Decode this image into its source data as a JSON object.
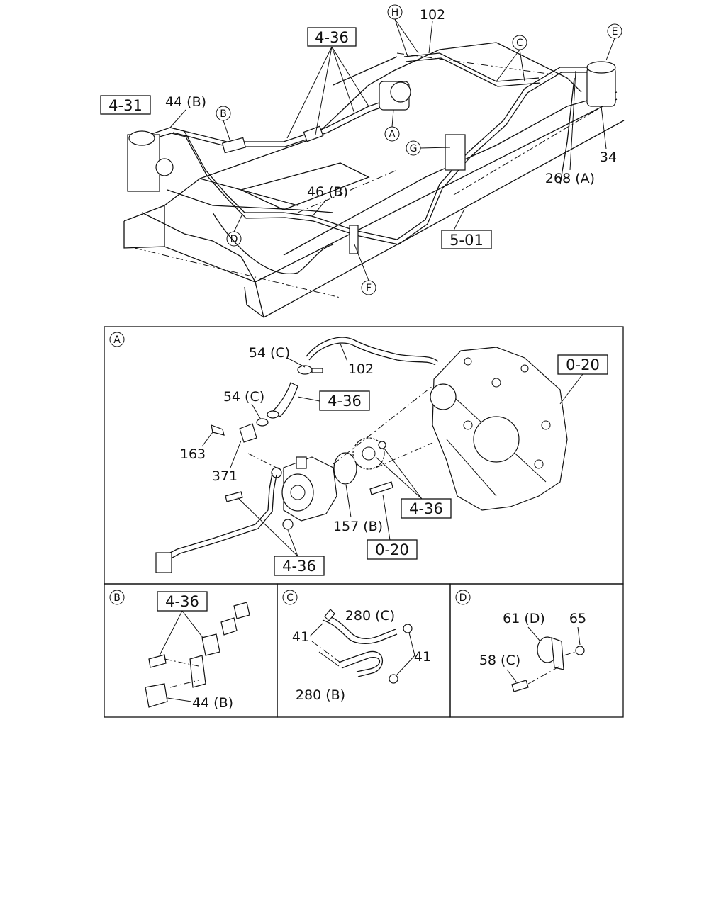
{
  "overview": {
    "ref_4_36": "4-36",
    "ref_4_31": "4-31",
    "ref_5_01": "5-01",
    "part_102": "102",
    "part_44b": "44 (B)",
    "part_46b": "46 (B)",
    "part_268a": "268 (A)",
    "part_34": "34",
    "callout_h": "H",
    "callout_c": "C",
    "callout_e": "E",
    "callout_b": "B",
    "callout_a": "A",
    "callout_g": "G",
    "callout_d": "D",
    "callout_f": "F"
  },
  "detail_a": {
    "tag": "A",
    "part_54c_top": "54 (C)",
    "part_102": "102",
    "part_54c_mid": "54 (C)",
    "ref_4_36_top": "4-36",
    "part_163": "163",
    "part_371": "371",
    "ref_0_20_right": "0-20",
    "ref_4_36_right": "4-36",
    "part_157b": "157 (B)",
    "ref_0_20_bottom": "0-20",
    "ref_4_36_bottom": "4-36"
  },
  "detail_b": {
    "tag": "B",
    "ref_4_36": "4-36",
    "part_44b": "44 (B)"
  },
  "detail_c": {
    "tag": "C",
    "part_280c": "280 (C)",
    "part_41_left": "41",
    "part_41_right": "41",
    "part_280b": "280 (B)"
  },
  "detail_d": {
    "tag": "D",
    "part_61d": "61 (D)",
    "part_65": "65",
    "part_58c": "58 (C)"
  }
}
